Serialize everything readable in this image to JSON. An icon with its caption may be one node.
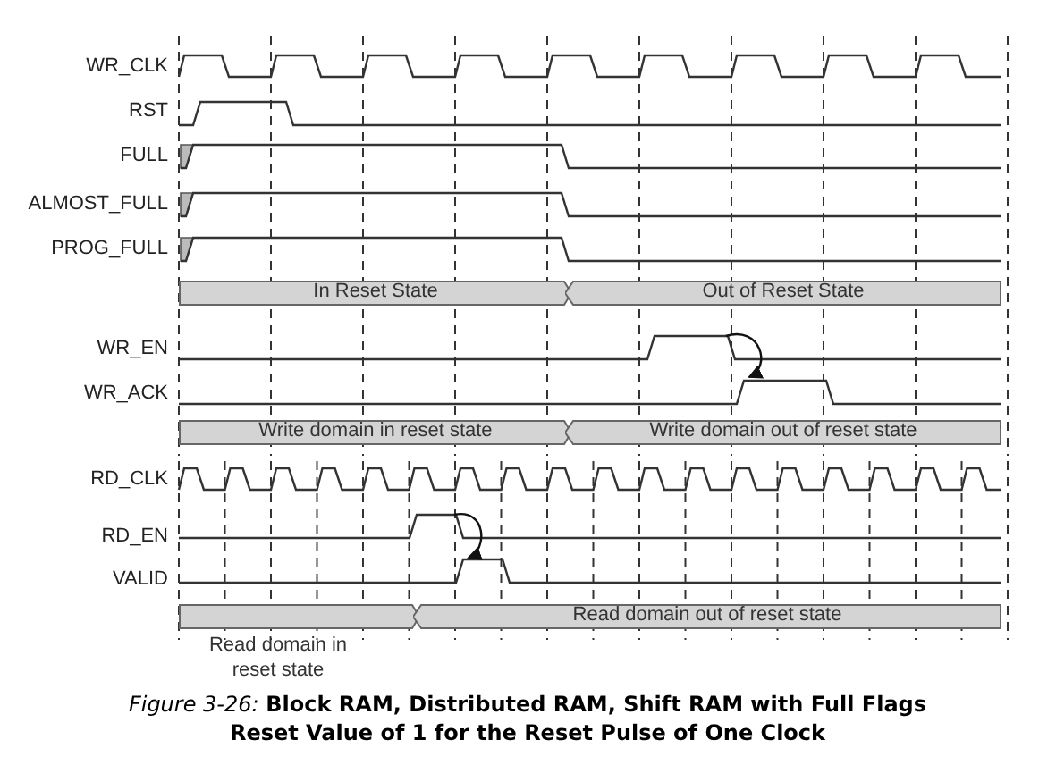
{
  "diagram": {
    "caption": "*Figure 3-26:* **Block RAM, Distributed RAM, Shift RAM with Full Flags Reset Value of 1 for the Reset Pulse of One Clock**",
    "nodes": [
      {
        "text": [
          "In Reset State"
        ]
      },
      {
        "text": [
          "Out of Reset State"
        ]
      },
      {
        "text": [
          "Write domain in reset state"
        ]
      },
      {
        "text": [
          "Write domain out of reset state"
        ]
      },
      {
        "text": [
          "Read domain in reset state"
        ]
      },
      {
        "text": [
          "Read domain out of reset state"
        ]
      }
    ],
    "labels": [
      "WR_CLK",
      "RST",
      "FULL",
      "ALMOST_FULL",
      "PROG_FULL",
      "WR_EN",
      "WR_ACK",
      "RD_CLK",
      "RD_EN",
      "VALID"
    ]
  }
}
